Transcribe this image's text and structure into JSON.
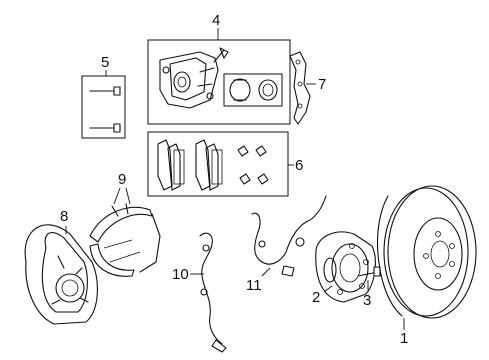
{
  "callouts": {
    "c1": "1",
    "c2": "2",
    "c3": "3",
    "c4": "4",
    "c5": "5",
    "c6": "6",
    "c7": "7",
    "c8": "8",
    "c9": "9",
    "c10": "10",
    "c11": "11"
  },
  "icons": [
    "brake-rotor-icon",
    "hub-bearing-icon",
    "wheel-stud-icon",
    "caliper-icon",
    "bolt-icon",
    "brake-pad-icon",
    "caliper-bracket-icon",
    "backing-plate-icon",
    "brake-shoe-icon",
    "abs-sensor-icon"
  ]
}
